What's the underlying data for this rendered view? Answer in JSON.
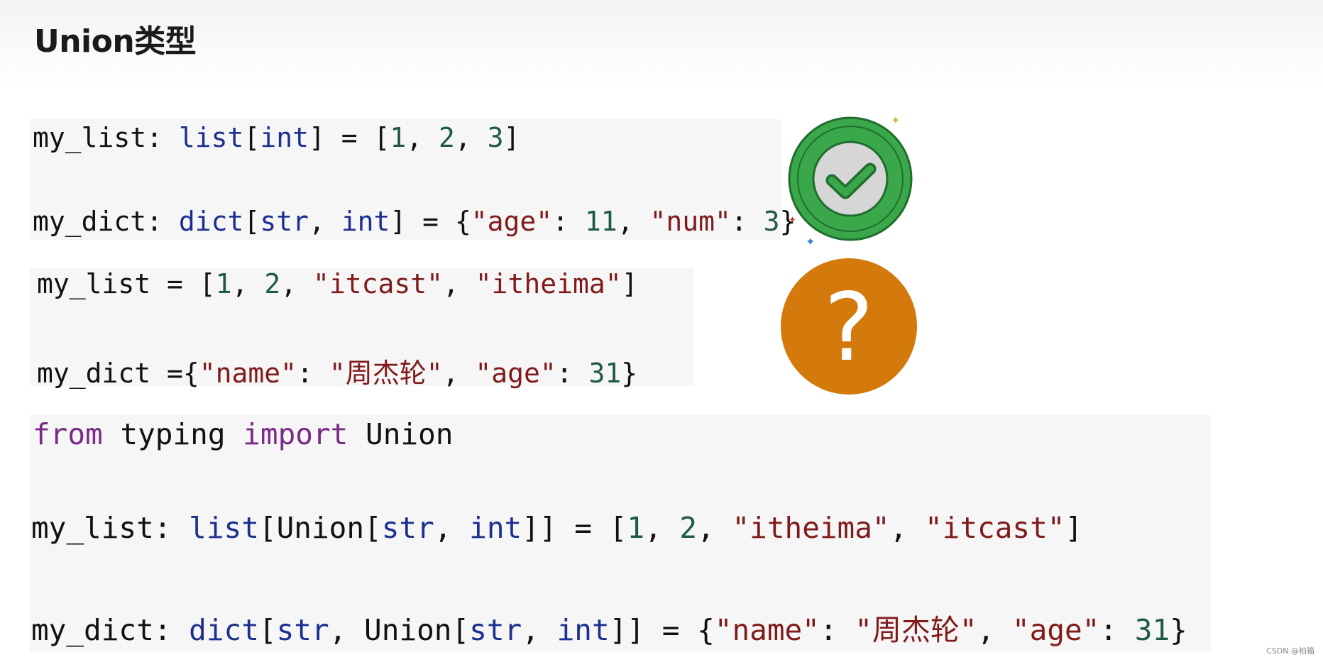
{
  "title": "Union类型",
  "block1": {
    "line1": [
      {
        "cls": "var",
        "t": "my_list: "
      },
      {
        "cls": "bi",
        "t": "list"
      },
      {
        "cls": "var",
        "t": "["
      },
      {
        "cls": "bi",
        "t": "int"
      },
      {
        "cls": "var",
        "t": "] = ["
      },
      {
        "cls": "num",
        "t": "1"
      },
      {
        "cls": "var",
        "t": ", "
      },
      {
        "cls": "num",
        "t": "2"
      },
      {
        "cls": "var",
        "t": ", "
      },
      {
        "cls": "num",
        "t": "3"
      },
      {
        "cls": "var",
        "t": "]"
      }
    ],
    "line2": [
      {
        "cls": "var",
        "t": "my_dict: "
      },
      {
        "cls": "bi",
        "t": "dict"
      },
      {
        "cls": "var",
        "t": "["
      },
      {
        "cls": "bi",
        "t": "str"
      },
      {
        "cls": "var",
        "t": ", "
      },
      {
        "cls": "bi",
        "t": "int"
      },
      {
        "cls": "var",
        "t": "] = {"
      },
      {
        "cls": "str",
        "t": "\"age\""
      },
      {
        "cls": "var",
        "t": ": "
      },
      {
        "cls": "num",
        "t": "11"
      },
      {
        "cls": "var",
        "t": ", "
      },
      {
        "cls": "str",
        "t": "\"num\""
      },
      {
        "cls": "var",
        "t": ": "
      },
      {
        "cls": "num",
        "t": "3"
      },
      {
        "cls": "var",
        "t": "}"
      }
    ]
  },
  "block2": {
    "line1": [
      {
        "cls": "var",
        "t": "my_list = ["
      },
      {
        "cls": "num",
        "t": "1"
      },
      {
        "cls": "var",
        "t": ", "
      },
      {
        "cls": "num",
        "t": "2"
      },
      {
        "cls": "var",
        "t": ", "
      },
      {
        "cls": "str",
        "t": "\"itcast\""
      },
      {
        "cls": "var",
        "t": ", "
      },
      {
        "cls": "str",
        "t": "\"itheima\""
      },
      {
        "cls": "var",
        "t": "]"
      }
    ],
    "line2": [
      {
        "cls": "var",
        "t": "my_dict ={"
      },
      {
        "cls": "str",
        "t": "\"name\""
      },
      {
        "cls": "var",
        "t": ": "
      },
      {
        "cls": "str",
        "t": "\"周杰轮\""
      },
      {
        "cls": "var",
        "t": ", "
      },
      {
        "cls": "str",
        "t": "\"age\""
      },
      {
        "cls": "var",
        "t": ": "
      },
      {
        "cls": "num",
        "t": "31"
      },
      {
        "cls": "var",
        "t": "}"
      }
    ]
  },
  "block3": {
    "line1": [
      {
        "cls": "kw",
        "t": "from"
      },
      {
        "cls": "var",
        "t": " typing "
      },
      {
        "cls": "kw",
        "t": "import"
      },
      {
        "cls": "var",
        "t": " Union"
      }
    ],
    "line2": [
      {
        "cls": "var",
        "t": "my_list: "
      },
      {
        "cls": "bi",
        "t": "list"
      },
      {
        "cls": "var",
        "t": "[Union["
      },
      {
        "cls": "bi",
        "t": "str"
      },
      {
        "cls": "var",
        "t": ", "
      },
      {
        "cls": "bi",
        "t": "int"
      },
      {
        "cls": "var",
        "t": "]] = ["
      },
      {
        "cls": "num",
        "t": "1"
      },
      {
        "cls": "var",
        "t": ", "
      },
      {
        "cls": "num",
        "t": "2"
      },
      {
        "cls": "var",
        "t": ", "
      },
      {
        "cls": "str",
        "t": "\"itheima\""
      },
      {
        "cls": "var",
        "t": ", "
      },
      {
        "cls": "str",
        "t": "\"itcast\""
      },
      {
        "cls": "var",
        "t": "]"
      }
    ],
    "line3": [
      {
        "cls": "var",
        "t": "my_dict: "
      },
      {
        "cls": "bi",
        "t": "dict"
      },
      {
        "cls": "var",
        "t": "["
      },
      {
        "cls": "bi",
        "t": "str"
      },
      {
        "cls": "var",
        "t": ", Union["
      },
      {
        "cls": "bi",
        "t": "str"
      },
      {
        "cls": "var",
        "t": ", "
      },
      {
        "cls": "bi",
        "t": "int"
      },
      {
        "cls": "var",
        "t": "]] = {"
      },
      {
        "cls": "str",
        "t": "\"name\""
      },
      {
        "cls": "var",
        "t": ": "
      },
      {
        "cls": "str",
        "t": "\"周杰轮\""
      },
      {
        "cls": "var",
        "t": ", "
      },
      {
        "cls": "str",
        "t": "\"age\""
      },
      {
        "cls": "var",
        "t": ": "
      },
      {
        "cls": "num",
        "t": "31"
      },
      {
        "cls": "var",
        "t": "}"
      }
    ]
  },
  "icons": {
    "check": "check-circle-icon",
    "question": "question-circle-icon",
    "check_color": "#3aa84a",
    "question_color": "#d4790c"
  },
  "watermark": "CSDN @柏箱"
}
